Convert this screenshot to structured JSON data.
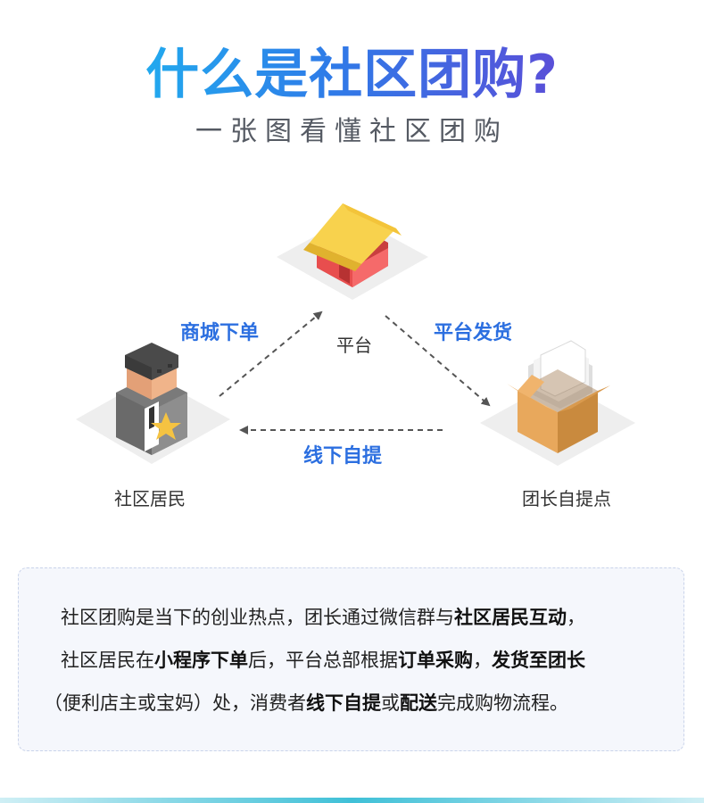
{
  "header": {
    "title": "什么是社区团购?",
    "subtitle": "一张图看懂社区团购"
  },
  "diagram": {
    "nodes": {
      "platform": "平台",
      "resident": "社区居民",
      "leader": "团长自提点"
    },
    "arrows": {
      "resident_to_platform": "商城下单",
      "platform_to_leader": "平台发货",
      "leader_to_resident": "线下自提"
    },
    "colors": {
      "arrow_label": "#2c6fe0",
      "house_roof": "#f7cf45",
      "house_wall": "#f15b5b",
      "box": "#e7a65c"
    },
    "icons": [
      "house-icon",
      "resident-icon",
      "box-icon"
    ]
  },
  "info": {
    "lines": [
      [
        {
          "text": "社区团购是当下的创业热点，团长通过微信群与",
          "bold": false
        },
        {
          "text": "社区居民互动",
          "bold": true
        },
        {
          "text": "，",
          "bold": false
        }
      ],
      [
        {
          "text": "社区居民在",
          "bold": false
        },
        {
          "text": "小程序下单",
          "bold": true
        },
        {
          "text": "后，平台总部根据",
          "bold": false
        },
        {
          "text": "订单采购",
          "bold": true
        },
        {
          "text": "，",
          "bold": false
        },
        {
          "text": "发货至团长",
          "bold": true
        }
      ],
      [
        {
          "text": "（便利店主或宝妈）处，消费者",
          "bold": false
        },
        {
          "text": "线下自提",
          "bold": true
        },
        {
          "text": "或",
          "bold": false
        },
        {
          "text": "配送",
          "bold": true
        },
        {
          "text": "完成购物流程。",
          "bold": false
        }
      ]
    ]
  }
}
